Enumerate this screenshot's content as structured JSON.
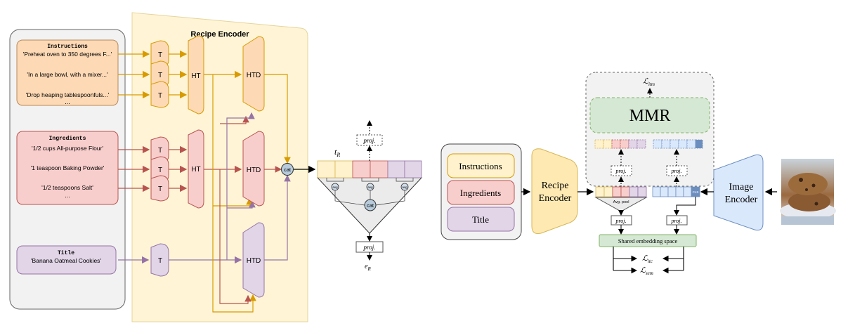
{
  "left": {
    "encoder_title": "Recipe Encoder",
    "instructions": {
      "header": "Instructions",
      "lines": [
        "'Preheat oven to 350 degrees F...'",
        "'In a large bowl, with a mixer...'",
        "'Drop heaping tablespoonfuls...'"
      ],
      "more": "..."
    },
    "ingredients": {
      "header": "Ingredients",
      "lines": [
        "'1/2 cups All-purpose Flour'",
        "'1 teaspoon Baking Powder'",
        "'1/2 teaspoons Salt'"
      ],
      "more": "..."
    },
    "title_box": {
      "header": "Title",
      "lines": [
        "'Banana Oatmeal Cookies'"
      ]
    },
    "t_label": "T",
    "ht_label": "HT",
    "htd_label": "HTD",
    "cat_label": "cat"
  },
  "middle": {
    "proj_label": "proj.",
    "t_r": "t_R",
    "e_r": "e_R",
    "avg_label": "avg",
    "cat_label": "cat"
  },
  "right": {
    "inputs": [
      "Instructions",
      "Ingredients",
      "Title"
    ],
    "recipe_encoder": [
      "Recipe",
      "Encoder"
    ],
    "image_encoder": [
      "Image",
      "Encoder"
    ],
    "mmr": "MMR",
    "l_itm": "L_itm",
    "l_itc": "L_itc",
    "l_sem": "L_sem",
    "proj_label": "proj.",
    "avg_pool": "Avg. pool",
    "cls": "CLS",
    "shared": "Shared embedding space"
  },
  "colors": {
    "orange_fill": "#fdd9b5",
    "orange_stroke": "#d79b00",
    "red_fill": "#f8cecc",
    "red_stroke": "#b85450",
    "purple_fill": "#e1d5e7",
    "purple_stroke": "#9673a6",
    "yellow_fill": "#fff2cc",
    "green_fill": "#d5e8d4",
    "green_stroke": "#82b366",
    "blue_fill": "#dae8fc",
    "blue_stroke": "#6c8ebf"
  }
}
